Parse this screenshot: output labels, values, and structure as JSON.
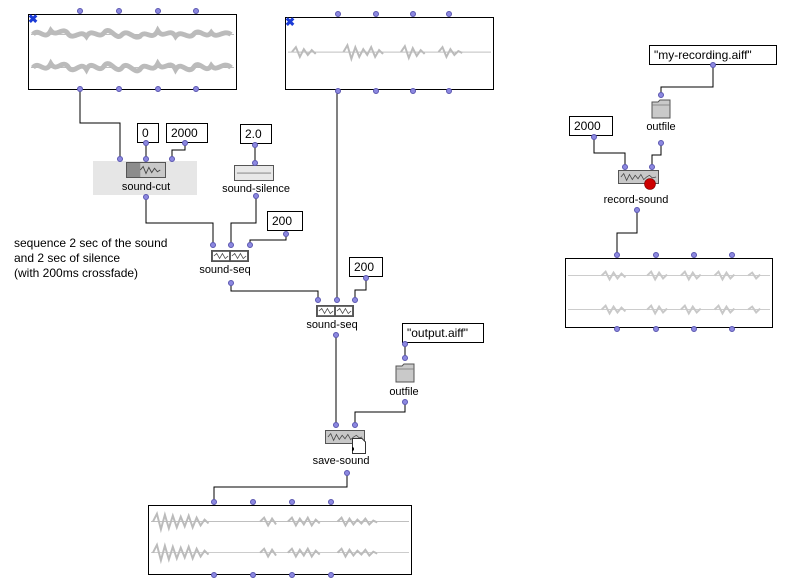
{
  "patch": {
    "comment": "sequence 2 sec of the sound\nand 2 sec of silence\n(with 200ms crossfade)",
    "close_glyph": "✖",
    "objects": {
      "sound_cut": {
        "label": "sound-cut",
        "start": "0",
        "end": "2000"
      },
      "sound_silence": {
        "label": "sound-silence",
        "duration": "2.0"
      },
      "sound_seq_1": {
        "label": "sound-seq",
        "crossfade": "200"
      },
      "sound_seq_2": {
        "label": "sound-seq",
        "crossfade": "200"
      },
      "outfile_1": {
        "label": "outfile",
        "filename": "\"output.aiff\""
      },
      "save_sound": {
        "label": "save-sound"
      },
      "outfile_2": {
        "label": "outfile",
        "filename": "\"my-recording.aiff\""
      },
      "record_sound": {
        "label": "record-sound",
        "duration": "2000"
      }
    },
    "icons": {
      "folder": "folder-icon",
      "waveform": "waveform-icon",
      "record": "record-icon",
      "close": "close-icon"
    },
    "colors": {
      "inlet": "#8c88e0",
      "wire": "#000000",
      "waveform": "#bdbdbd",
      "record": "#cc0000",
      "close": "#1b3bd6",
      "selection": "#e6e6e6"
    }
  }
}
